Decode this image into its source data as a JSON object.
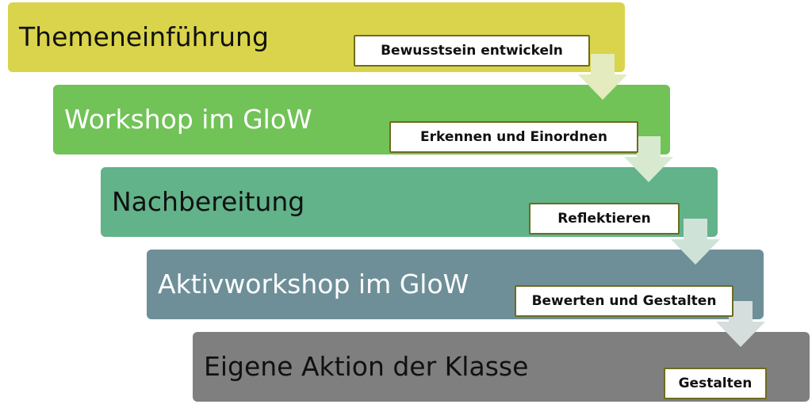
{
  "steps": [
    {
      "title": "Themeneinführung",
      "callout": "Bewusstsein entwickeln",
      "color": "#d9d44b",
      "text_color": "#111111"
    },
    {
      "title": "Workshop im GloW",
      "callout": "Erkennen und Einordnen",
      "color": "#71c257",
      "text_color": "#ffffff"
    },
    {
      "title": "Nachbereitung",
      "callout": "Reflektieren",
      "color": "#62b28a",
      "text_color": "#111111"
    },
    {
      "title": "Aktivworkshop im GloW",
      "callout": "Bewerten und Gestalten",
      "color": "#6e8f98",
      "text_color": "#ffffff"
    },
    {
      "title": "Eigene Aktion der Klasse",
      "callout": "Gestalten",
      "color": "#7f7f7f",
      "text_color": "#111111"
    }
  ],
  "arrow_colors": [
    "#e3ebbf",
    "#d7ead0",
    "#cfe2d8",
    "#d5dedd"
  ]
}
